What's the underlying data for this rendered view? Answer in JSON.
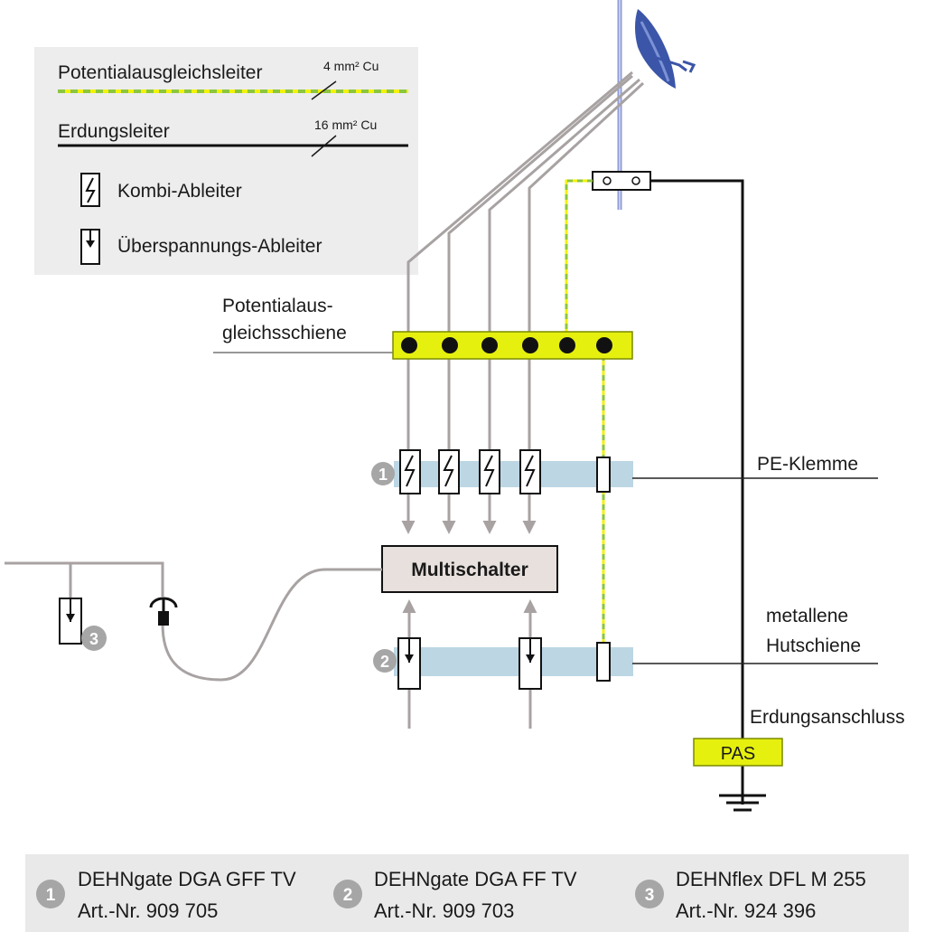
{
  "legend": {
    "equipotential_label": "Potentialausgleichsleiter",
    "equipotential_spec": "4 mm² Cu",
    "earthing_label": "Erdungsleiter",
    "earthing_spec": "16 mm² Cu",
    "combined_arrester": "Kombi-Ableiter",
    "surge_arrester": "Überspannungs-Ableiter"
  },
  "labels": {
    "busbar_line1": "Potentialaus-",
    "busbar_line2": "gleichsschiene",
    "pe_terminal": "PE-Klemme",
    "rail_line1": "metallene",
    "rail_line2": "Hutschiene",
    "earth_connection": "Erdungsanschluss",
    "pas": "PAS",
    "multiswitch": "Multischalter"
  },
  "markers": [
    "1",
    "2",
    "3"
  ],
  "products": [
    {
      "num": "1",
      "name": "DEHNgate DGA GFF TV",
      "art": "Art.-Nr. 909 705"
    },
    {
      "num": "2",
      "name": "DEHNgate DGA FF TV",
      "art": "Art.-Nr. 909 703"
    },
    {
      "num": "3",
      "name": "DEHNflex DFL M 255",
      "art": "Art.-Nr. 924 396"
    }
  ],
  "colors": {
    "conductor": "#a8a2a2",
    "equipotential_green": "#8cc63f",
    "equipotential_yellow": "#f2f20a",
    "busbar": "#e6f00f",
    "rail": "#bcd6e4",
    "marker": "#a6a6a6",
    "dish": "#3b55a8",
    "mast": "#8c9ad8"
  }
}
